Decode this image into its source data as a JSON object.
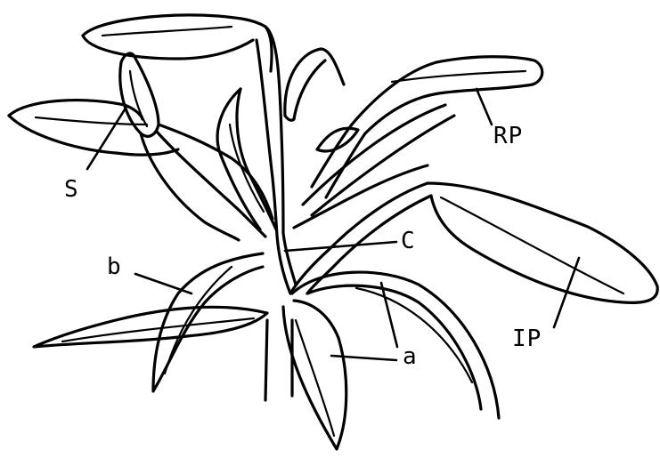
{
  "labels": {
    "s": "S",
    "rp": "RP",
    "c": "C",
    "b": "b",
    "ip": "IP",
    "a": "a"
  },
  "colors": {
    "ink": "#000000",
    "background": "#ffffff"
  }
}
